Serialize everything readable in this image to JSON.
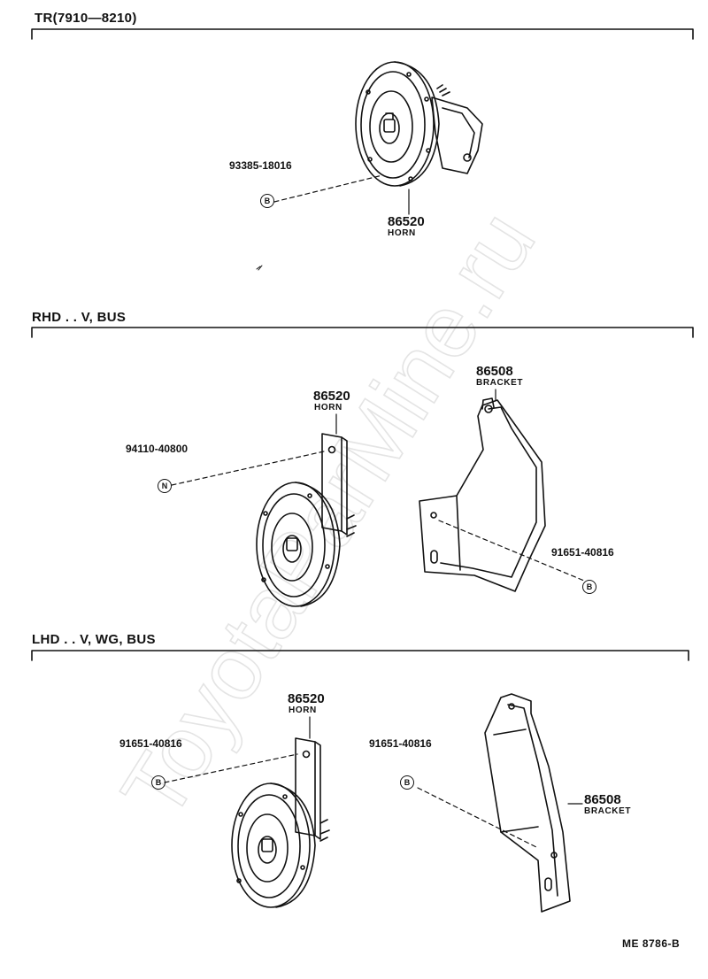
{
  "watermark": "ToyotaParMine.ru",
  "sections": [
    {
      "title": "TR(7910—8210)",
      "parts": [
        {
          "number": "86520",
          "name": "HORN"
        },
        {
          "number": "93385-18016",
          "marker": "B"
        }
      ]
    },
    {
      "title": "RHD . . V, BUS",
      "parts": [
        {
          "number": "86520",
          "name": "HORN"
        },
        {
          "number": "86508",
          "name": "BRACKET"
        },
        {
          "number": "94110-40800",
          "marker": "N"
        },
        {
          "number": "91651-40816",
          "marker": "B"
        }
      ]
    },
    {
      "title": "LHD . . V, WG, BUS",
      "parts": [
        {
          "number": "86520",
          "name": "HORN"
        },
        {
          "number": "86508",
          "name": "BRACKET"
        },
        {
          "number": "91651-40816",
          "marker": "B"
        },
        {
          "number": "91651-40816",
          "marker": "B"
        }
      ]
    }
  ],
  "figure_code": "ME  8786-B"
}
